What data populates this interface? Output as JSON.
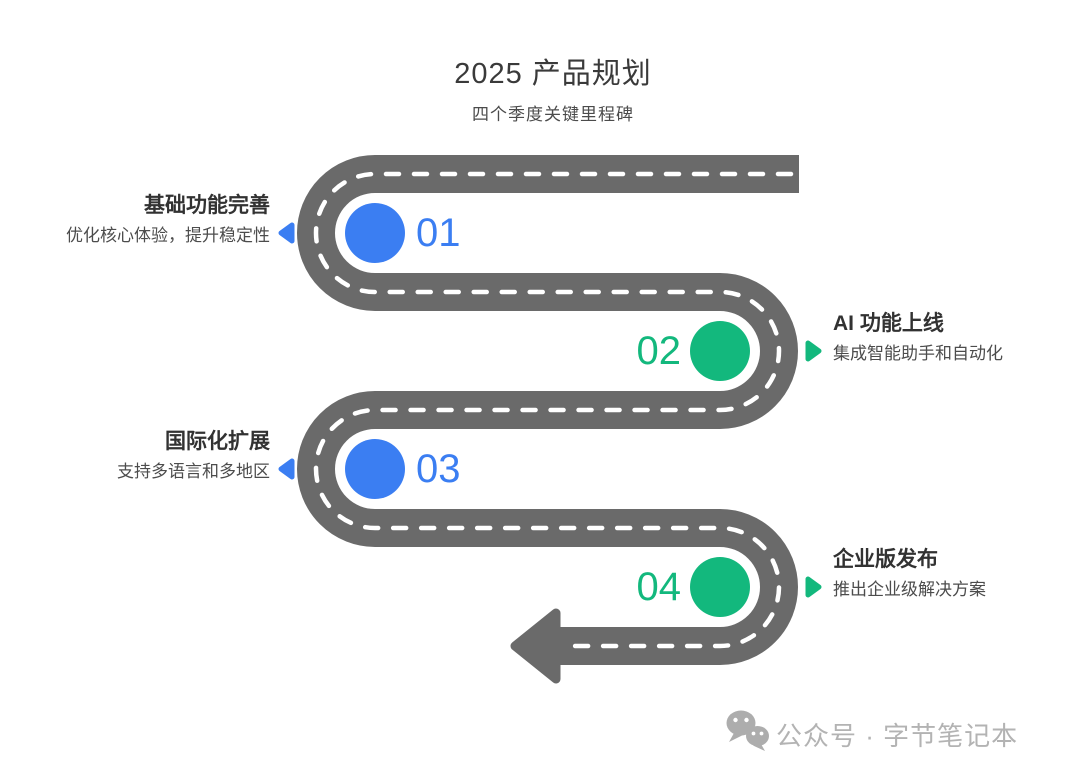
{
  "header": {
    "title": "2025 产品规划",
    "subtitle": "四个季度关键里程碑"
  },
  "milestones": [
    {
      "number": "01",
      "title": "基础功能完善",
      "desc": "优化核心体验，提升稳定性",
      "side": "left",
      "accent": "blue"
    },
    {
      "number": "02",
      "title": "AI 功能上线",
      "desc": "集成智能助手和自动化",
      "side": "right",
      "accent": "green"
    },
    {
      "number": "03",
      "title": "国际化扩展",
      "desc": "支持多语言和多地区",
      "side": "left",
      "accent": "blue"
    },
    {
      "number": "04",
      "title": "企业版发布",
      "desc": "推出企业级解决方案",
      "side": "right",
      "accent": "green"
    }
  ],
  "icons": {
    "road": "winding-road-with-arrow",
    "pointer_left": "left-triangle-icon",
    "pointer_right": "right-triangle-icon",
    "footer": "wechat-icon"
  },
  "colors": {
    "road": "#6a6a6a",
    "dash": "#ffffff",
    "blue": "#3b7ef2",
    "green": "#13b87d",
    "text_dark": "#323232",
    "text_gray": "#4c4c4c",
    "footer_gray": "#b3b3b3"
  },
  "footer": {
    "account_label": "公众号 · 字节笔记本"
  }
}
